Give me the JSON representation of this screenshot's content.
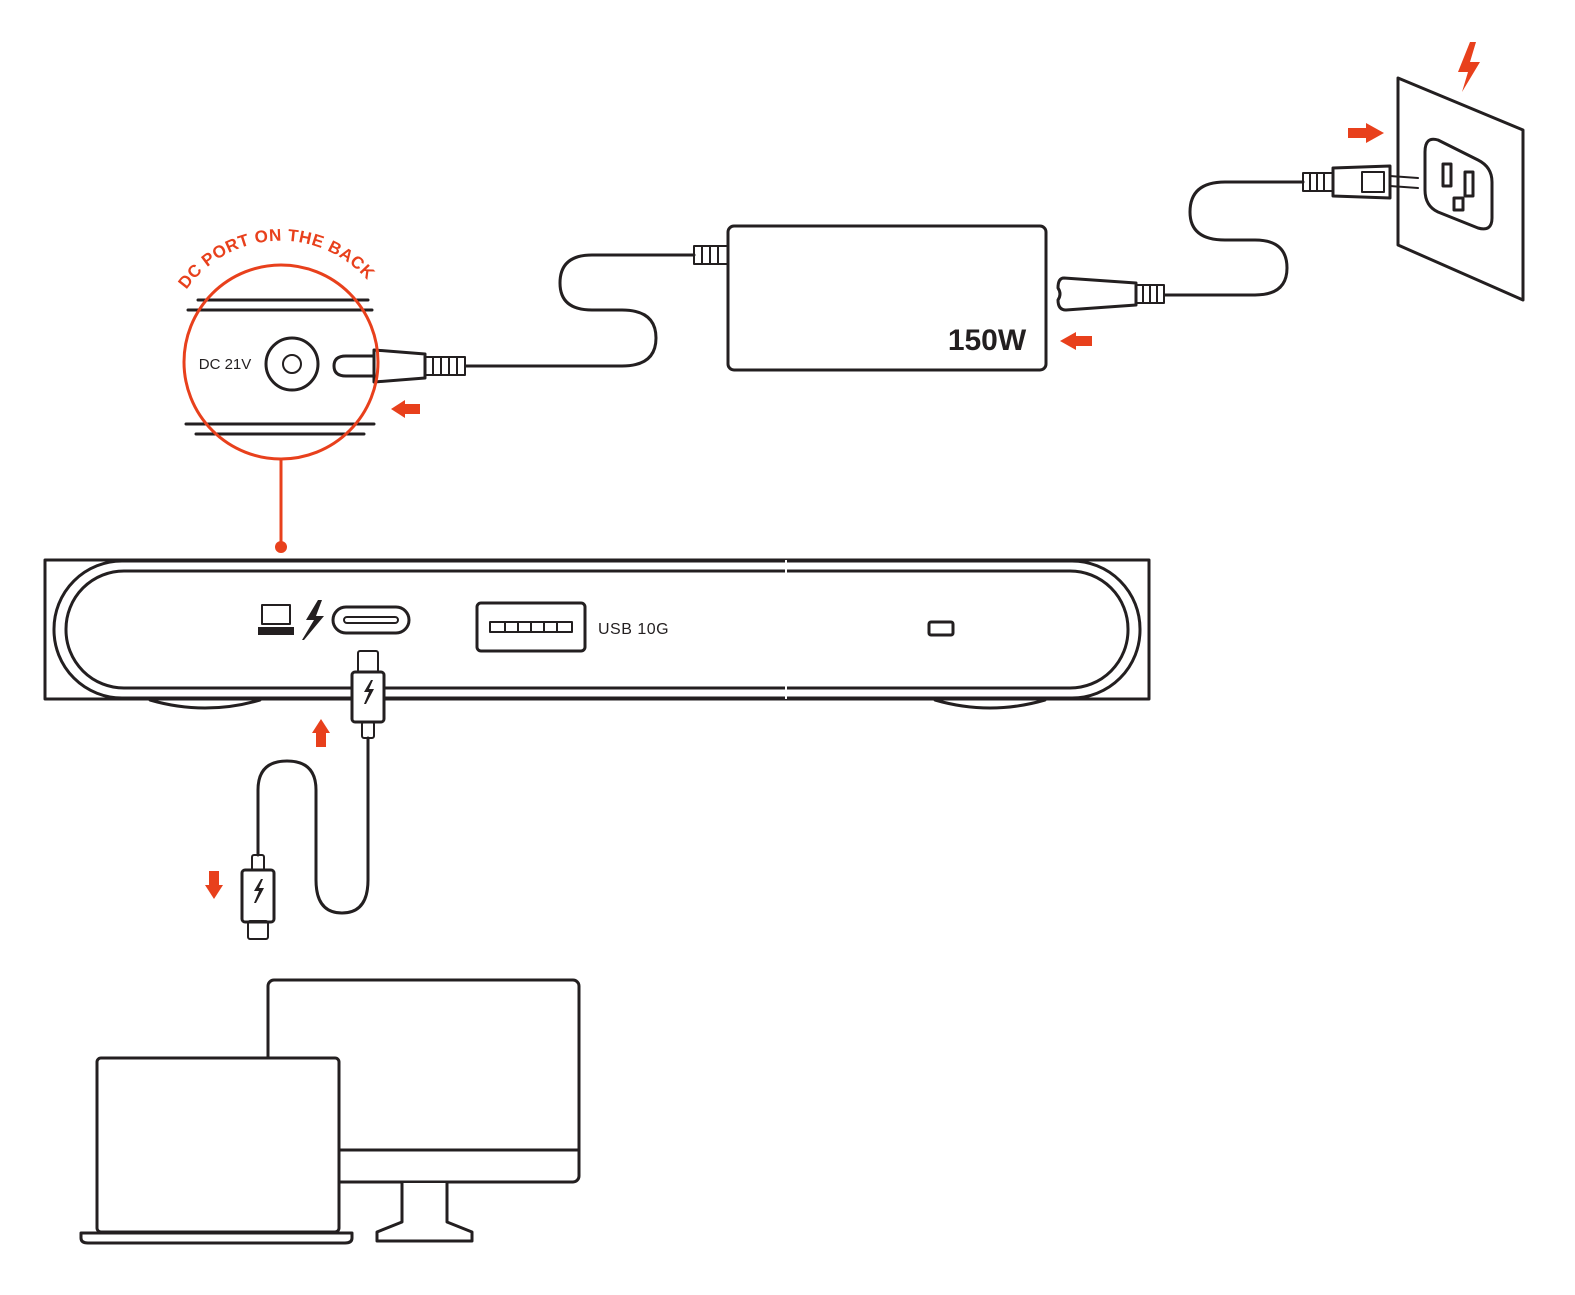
{
  "labels": {
    "dc_port_callout": "DC PORT ON THE BACK",
    "dc_port_voltage": "DC 21V",
    "power_adapter_wattage": "150W",
    "usb_port": "USB 10G"
  },
  "colors": {
    "accent": "#e8401c",
    "ink": "#231f20",
    "background": "#ffffff"
  },
  "icons": [
    "power-outlet-icon",
    "lightning-bolt-icon",
    "laptop-icon",
    "thunderbolt-icon",
    "arrow-icon"
  ]
}
